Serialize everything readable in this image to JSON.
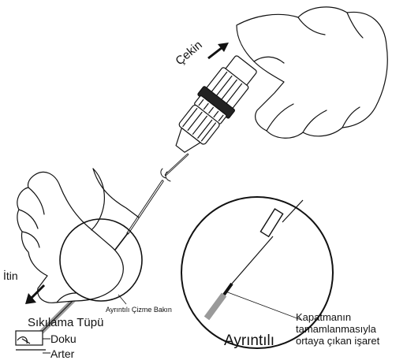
{
  "labels": {
    "pull": "Çekin",
    "push": "İtin",
    "see_detail": "Ayrıntılı Çizme Bakın",
    "tube": "Sıkılama Tüpü",
    "tissue": "Doku",
    "artery": "Arter",
    "detail": "Ayrıntılı",
    "mark_line1": "Kapatmanın",
    "mark_line2": "tamamlanmasıyla",
    "mark_line3": "ortaya çıkan işaret"
  },
  "icons": {
    "pull_arrow": "arrow-up-right",
    "push_arrow": "arrow-down-left"
  },
  "colors": {
    "ink": "#111111",
    "sheath_gray": "#9a9a9a",
    "hand_fill": "#ffffff"
  }
}
